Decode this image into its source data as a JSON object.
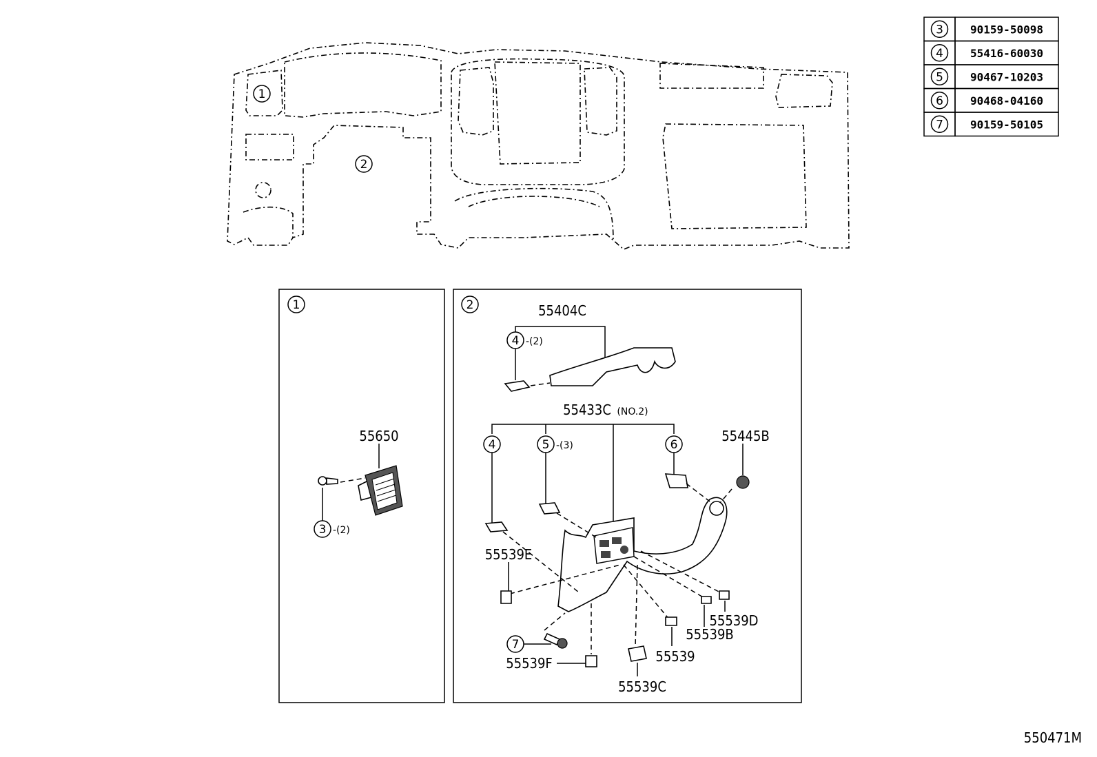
{
  "overview": {
    "callouts": [
      "1",
      "2"
    ]
  },
  "parts_table": [
    {
      "ref": "3",
      "part_no": "90159-50098"
    },
    {
      "ref": "4",
      "part_no": "55416-60030"
    },
    {
      "ref": "5",
      "part_no": "90467-10203"
    },
    {
      "ref": "6",
      "part_no": "90468-04160"
    },
    {
      "ref": "7",
      "part_no": "90159-50105"
    }
  ],
  "panel_1": {
    "callout": "1",
    "part_55650": "55650",
    "screw_ref": "3",
    "screw_qty": "-(2)"
  },
  "panel_2": {
    "callout": "2",
    "part_55404C": "55404C",
    "clip4_ref": "4",
    "clip4_qty": "-(2)",
    "part_55433C": "55433C",
    "part_55433C_note": "(NO.2)",
    "ref4": "4",
    "ref5": "5",
    "ref5_qty": "-(3)",
    "ref6": "6",
    "part_55445B": "55445B",
    "part_55539E": "55539E",
    "part_55539D": "55539D",
    "part_55539B": "55539B",
    "part_55539": "55539",
    "ref7": "7",
    "part_55539F": "55539F",
    "part_55539C": "55539C"
  },
  "illustration_id": "550471M"
}
